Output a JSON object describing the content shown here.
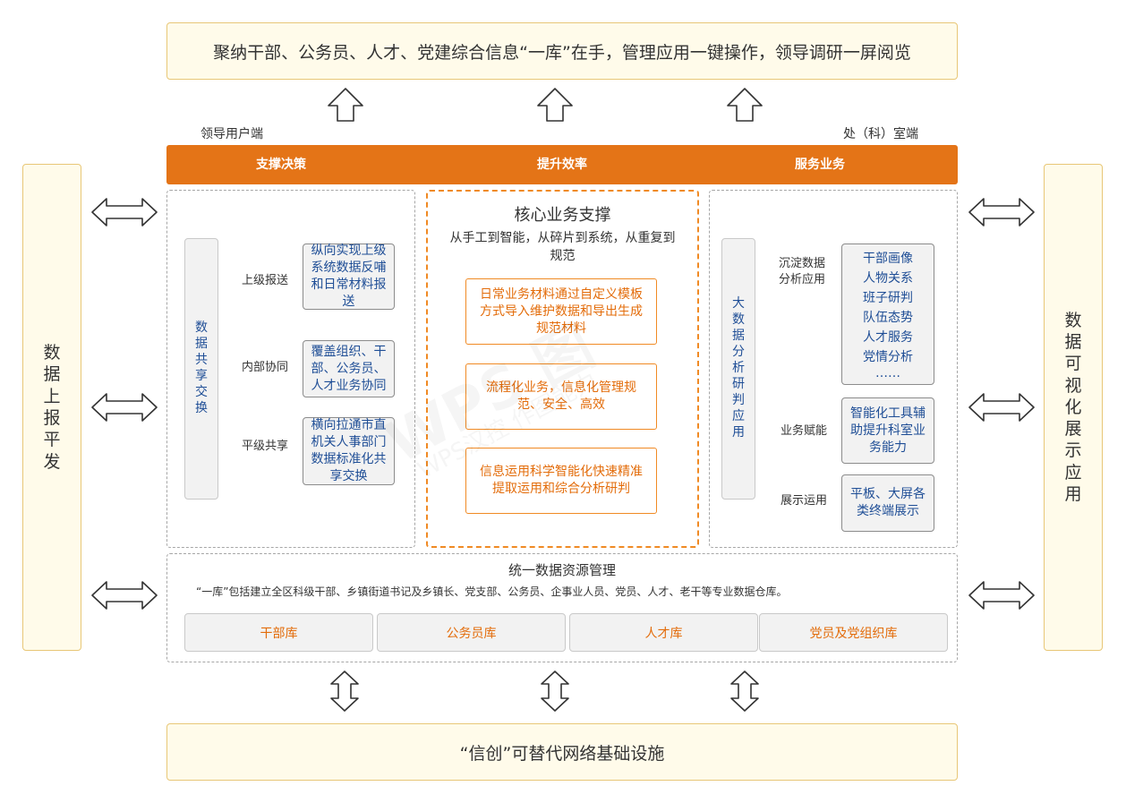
{
  "top_banner": "聚纳干部、公务员、人才、党建综合信息“一库”在手，管理应用一键操作，领导调研一屏阅览",
  "bottom_banner": "“信创”可替代网络基础设施",
  "left_side": [
    "数",
    "据",
    "上",
    "报",
    "平",
    "发"
  ],
  "right_side": [
    "数",
    "据",
    "可",
    "视",
    "化",
    "展",
    "示",
    "应",
    "用"
  ],
  "leader_end": "领导用户端",
  "office_end": "处（科）室端",
  "orange_bar": {
    "left": "支撑决策",
    "center": "提升效率",
    "right": "服务业务"
  },
  "left_panel": {
    "vertical": [
      "数",
      "据",
      "共",
      "享",
      "交",
      "换"
    ],
    "rows": [
      {
        "label": "上级报送",
        "text": "纵向实现上级系统数据反哺和日常材料报送"
      },
      {
        "label": "内部协同",
        "text": "覆盖组织、干部、公务员、人才业务协同"
      },
      {
        "label": "平级共享",
        "text": "横向拉通市直机关人事部门数据标准化共享交换"
      }
    ]
  },
  "core": {
    "title": "核心业务支撑",
    "subtitle": "从手工到智能，从碎片到系统，从重复到规范",
    "cards": [
      "日常业务材料通过自定义模板方式导入维护数据和导出生成规范材料",
      "流程化业务，信息化管理规范、安全、高效",
      "信息运用科学智能化快速精准提取运用和综合分析研判"
    ]
  },
  "right_panel": {
    "vertical": [
      "大",
      "数",
      "据",
      "分",
      "析",
      "研",
      "判",
      "应",
      "用"
    ],
    "rows": [
      {
        "label": "沉淀数据分析应用",
        "items": [
          "干部画像",
          "人物关系",
          "班子研判",
          "队伍态势",
          "人才服务",
          "党情分析",
          "……"
        ]
      },
      {
        "label": "业务赋能",
        "text": "智能化工具辅助提升科室业务能力"
      },
      {
        "label": "展示运用",
        "text": "平板、大屏各类终端展示"
      }
    ]
  },
  "data_mgmt": {
    "title": "统一数据资源管理",
    "description": "“一库”包括建立全区科级干部、乡镇街道书记及乡镇长、党支部、公务员、企事业人员、党员、人才、老干等专业数据仓库。",
    "databases": [
      "干部库",
      "公务员库",
      "人才库",
      "党员及党组织库"
    ]
  },
  "watermark": [
    "WPS 图",
    "WPS汉控 作图能力"
  ],
  "colors": {
    "accent_orange": "#e47417",
    "card_orange_text": "#e36c0a",
    "blue_text": "#1f4e96",
    "cream": "#fffbea",
    "cream_border": "#e8c777"
  },
  "icons": {
    "up_arrow": "hollow-up-arrow-icon",
    "double_h_arrow": "hollow-left-right-arrow-icon",
    "double_v_arrow": "hollow-up-down-arrow-icon"
  }
}
